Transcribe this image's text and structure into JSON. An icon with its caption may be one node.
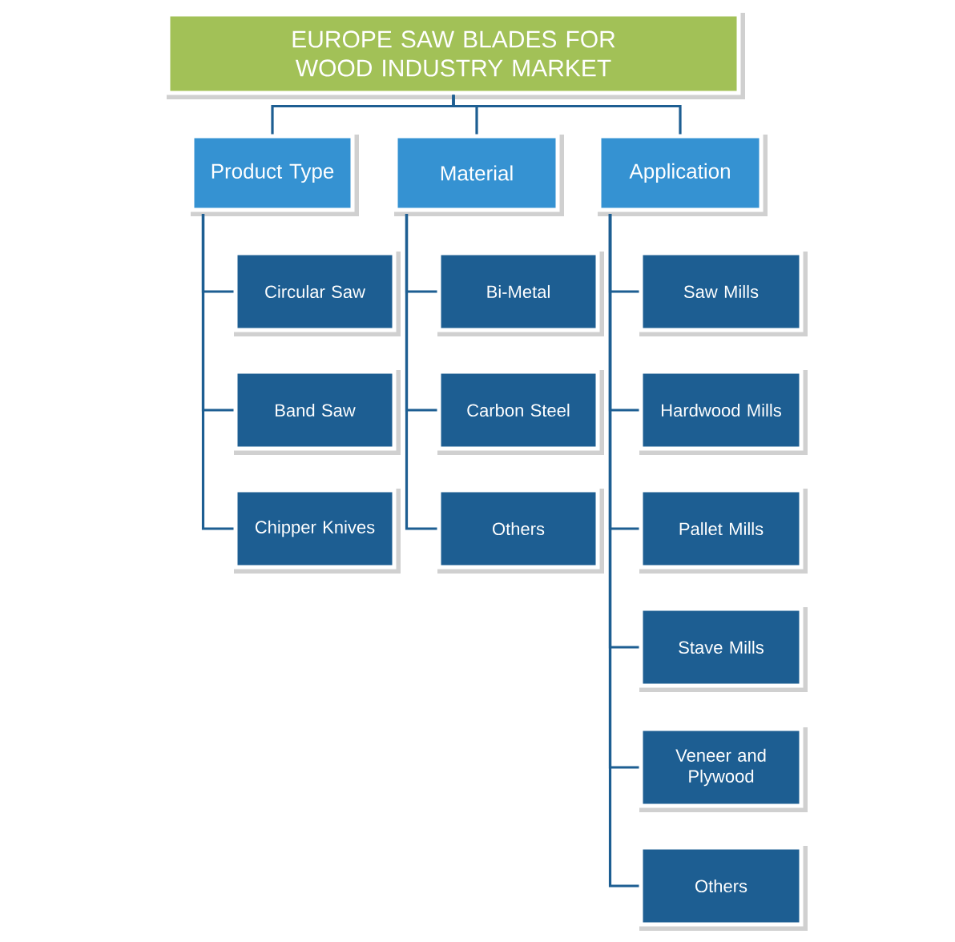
{
  "diagram": {
    "nodes": [
      {
        "text": [
          "EUROPE SAW BLADES FOR WOOD INDUSTRY MARKET"
        ]
      },
      {
        "text": [
          "Product Type"
        ]
      },
      {
        "text": [
          "Material"
        ]
      },
      {
        "text": [
          "Application"
        ]
      },
      {
        "text": [
          "Circular Saw"
        ]
      },
      {
        "text": [
          "Band Saw"
        ]
      },
      {
        "text": [
          "Chipper Knives"
        ]
      },
      {
        "text": [
          "Bi-Metal"
        ]
      },
      {
        "text": [
          "Carbon Steel"
        ]
      },
      {
        "text": [
          "Others"
        ]
      },
      {
        "text": [
          "Saw Mills"
        ]
      },
      {
        "text": [
          "Hardwood Mills"
        ]
      },
      {
        "text": [
          "Pallet Mills"
        ]
      },
      {
        "text": [
          "Stave Mills"
        ]
      },
      {
        "text": [
          "Veneer and Plywood"
        ]
      },
      {
        "text": [
          "Others"
        ]
      }
    ],
    "edges": [
      {
        "from": 0,
        "to": 1,
        "arrow": "none"
      },
      {
        "from": 0,
        "to": 2,
        "arrow": "none"
      },
      {
        "from": 0,
        "to": 3,
        "arrow": "none"
      },
      {
        "from": 1,
        "to": 4,
        "arrow": "none"
      },
      {
        "from": 1,
        "to": 5,
        "arrow": "none"
      },
      {
        "from": 1,
        "to": 6,
        "arrow": "none"
      },
      {
        "from": 2,
        "to": 7,
        "arrow": "none"
      },
      {
        "from": 2,
        "to": 8,
        "arrow": "none"
      },
      {
        "from": 2,
        "to": 9,
        "arrow": "none"
      },
      {
        "from": 3,
        "to": 10,
        "arrow": "none"
      },
      {
        "from": 3,
        "to": 11,
        "arrow": "none"
      },
      {
        "from": 3,
        "to": 12,
        "arrow": "none"
      },
      {
        "from": 3,
        "to": 13,
        "arrow": "none"
      },
      {
        "from": 3,
        "to": 14,
        "arrow": "none"
      },
      {
        "from": 3,
        "to": 15,
        "arrow": "none"
      }
    ]
  }
}
